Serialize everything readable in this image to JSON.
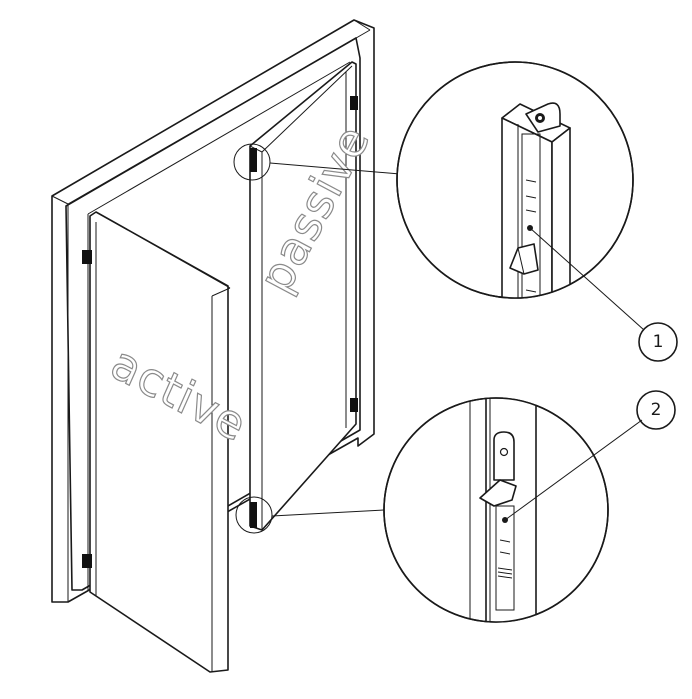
{
  "labels": {
    "active_leaf": "active",
    "passive_leaf": "passive"
  },
  "callouts": [
    "1",
    "2"
  ],
  "colors": {
    "line": "#1a1a1a",
    "lettering_outline": "#8a8a8a",
    "background": "#ffffff"
  }
}
